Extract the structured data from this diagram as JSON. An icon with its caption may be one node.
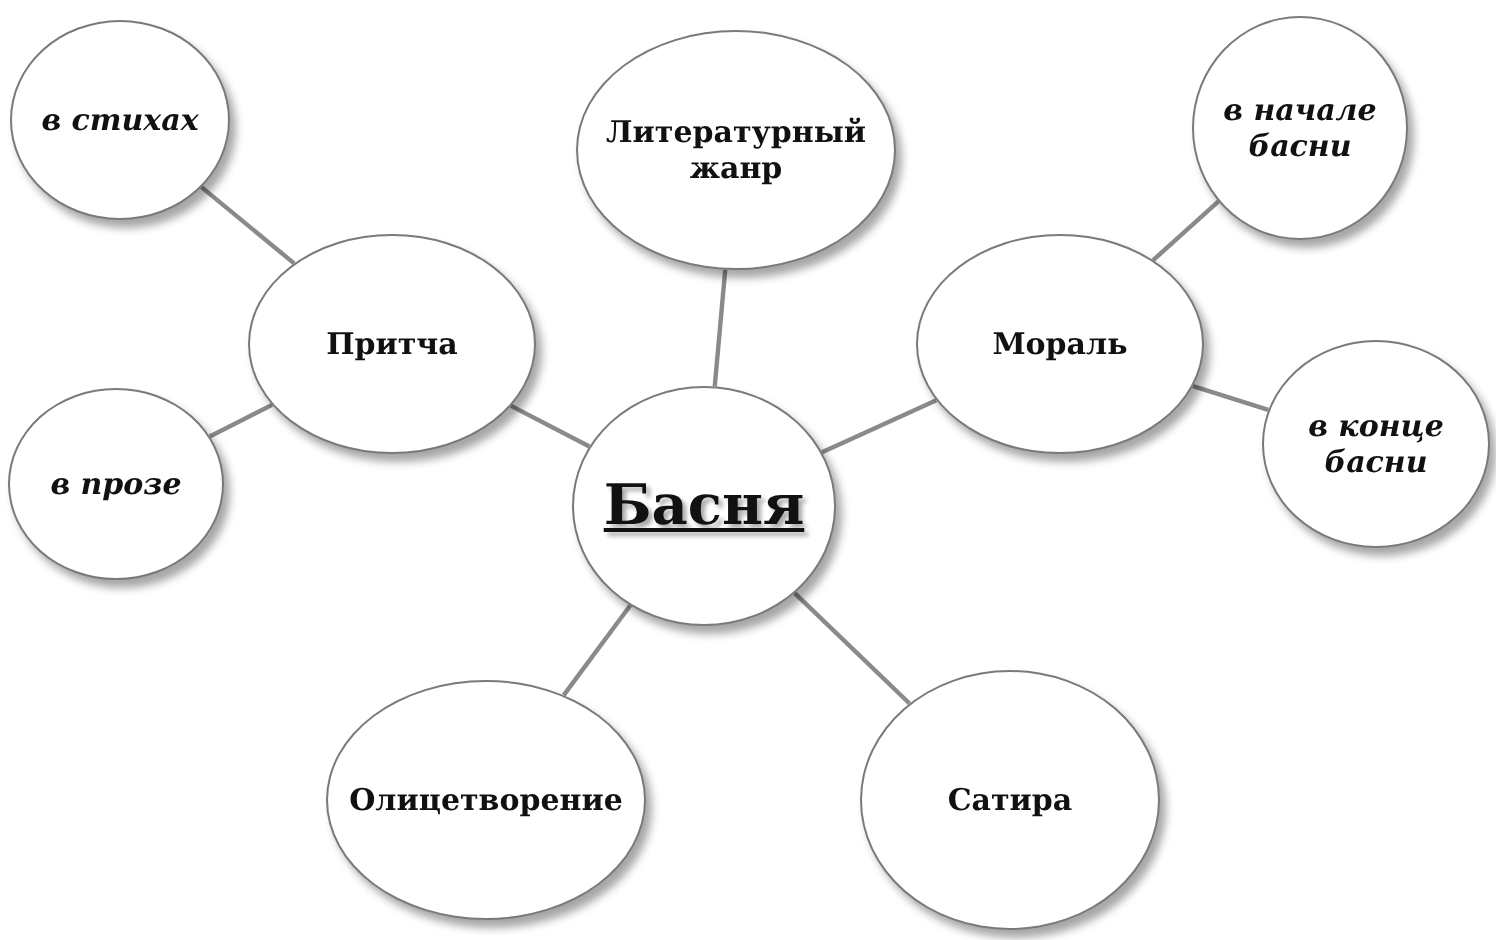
{
  "diagram": {
    "nodes": [
      {
        "text": [
          "Басня"
        ]
      },
      {
        "text": [
          "Литературный жанр"
        ]
      },
      {
        "text": [
          "Притча"
        ]
      },
      {
        "text": [
          "в стихах"
        ]
      },
      {
        "text": [
          "в прозе"
        ]
      },
      {
        "text": [
          "Мораль"
        ]
      },
      {
        "text": [
          "в начале басни"
        ]
      },
      {
        "text": [
          "в конце басни"
        ]
      },
      {
        "text": [
          "Олицетворение"
        ]
      },
      {
        "text": [
          "Сатира"
        ]
      }
    ],
    "edges": [
      {
        "from": 0,
        "to": 1,
        "arrow": "none"
      },
      {
        "from": 0,
        "to": 2,
        "arrow": "none"
      },
      {
        "from": 0,
        "to": 5,
        "arrow": "none"
      },
      {
        "from": 0,
        "to": 8,
        "arrow": "none"
      },
      {
        "from": 0,
        "to": 9,
        "arrow": "none"
      },
      {
        "from": 2,
        "to": 3,
        "arrow": "none"
      },
      {
        "from": 2,
        "to": 4,
        "arrow": "none"
      },
      {
        "from": 5,
        "to": 6,
        "arrow": "none"
      },
      {
        "from": 5,
        "to": 7,
        "arrow": "none"
      }
    ]
  }
}
